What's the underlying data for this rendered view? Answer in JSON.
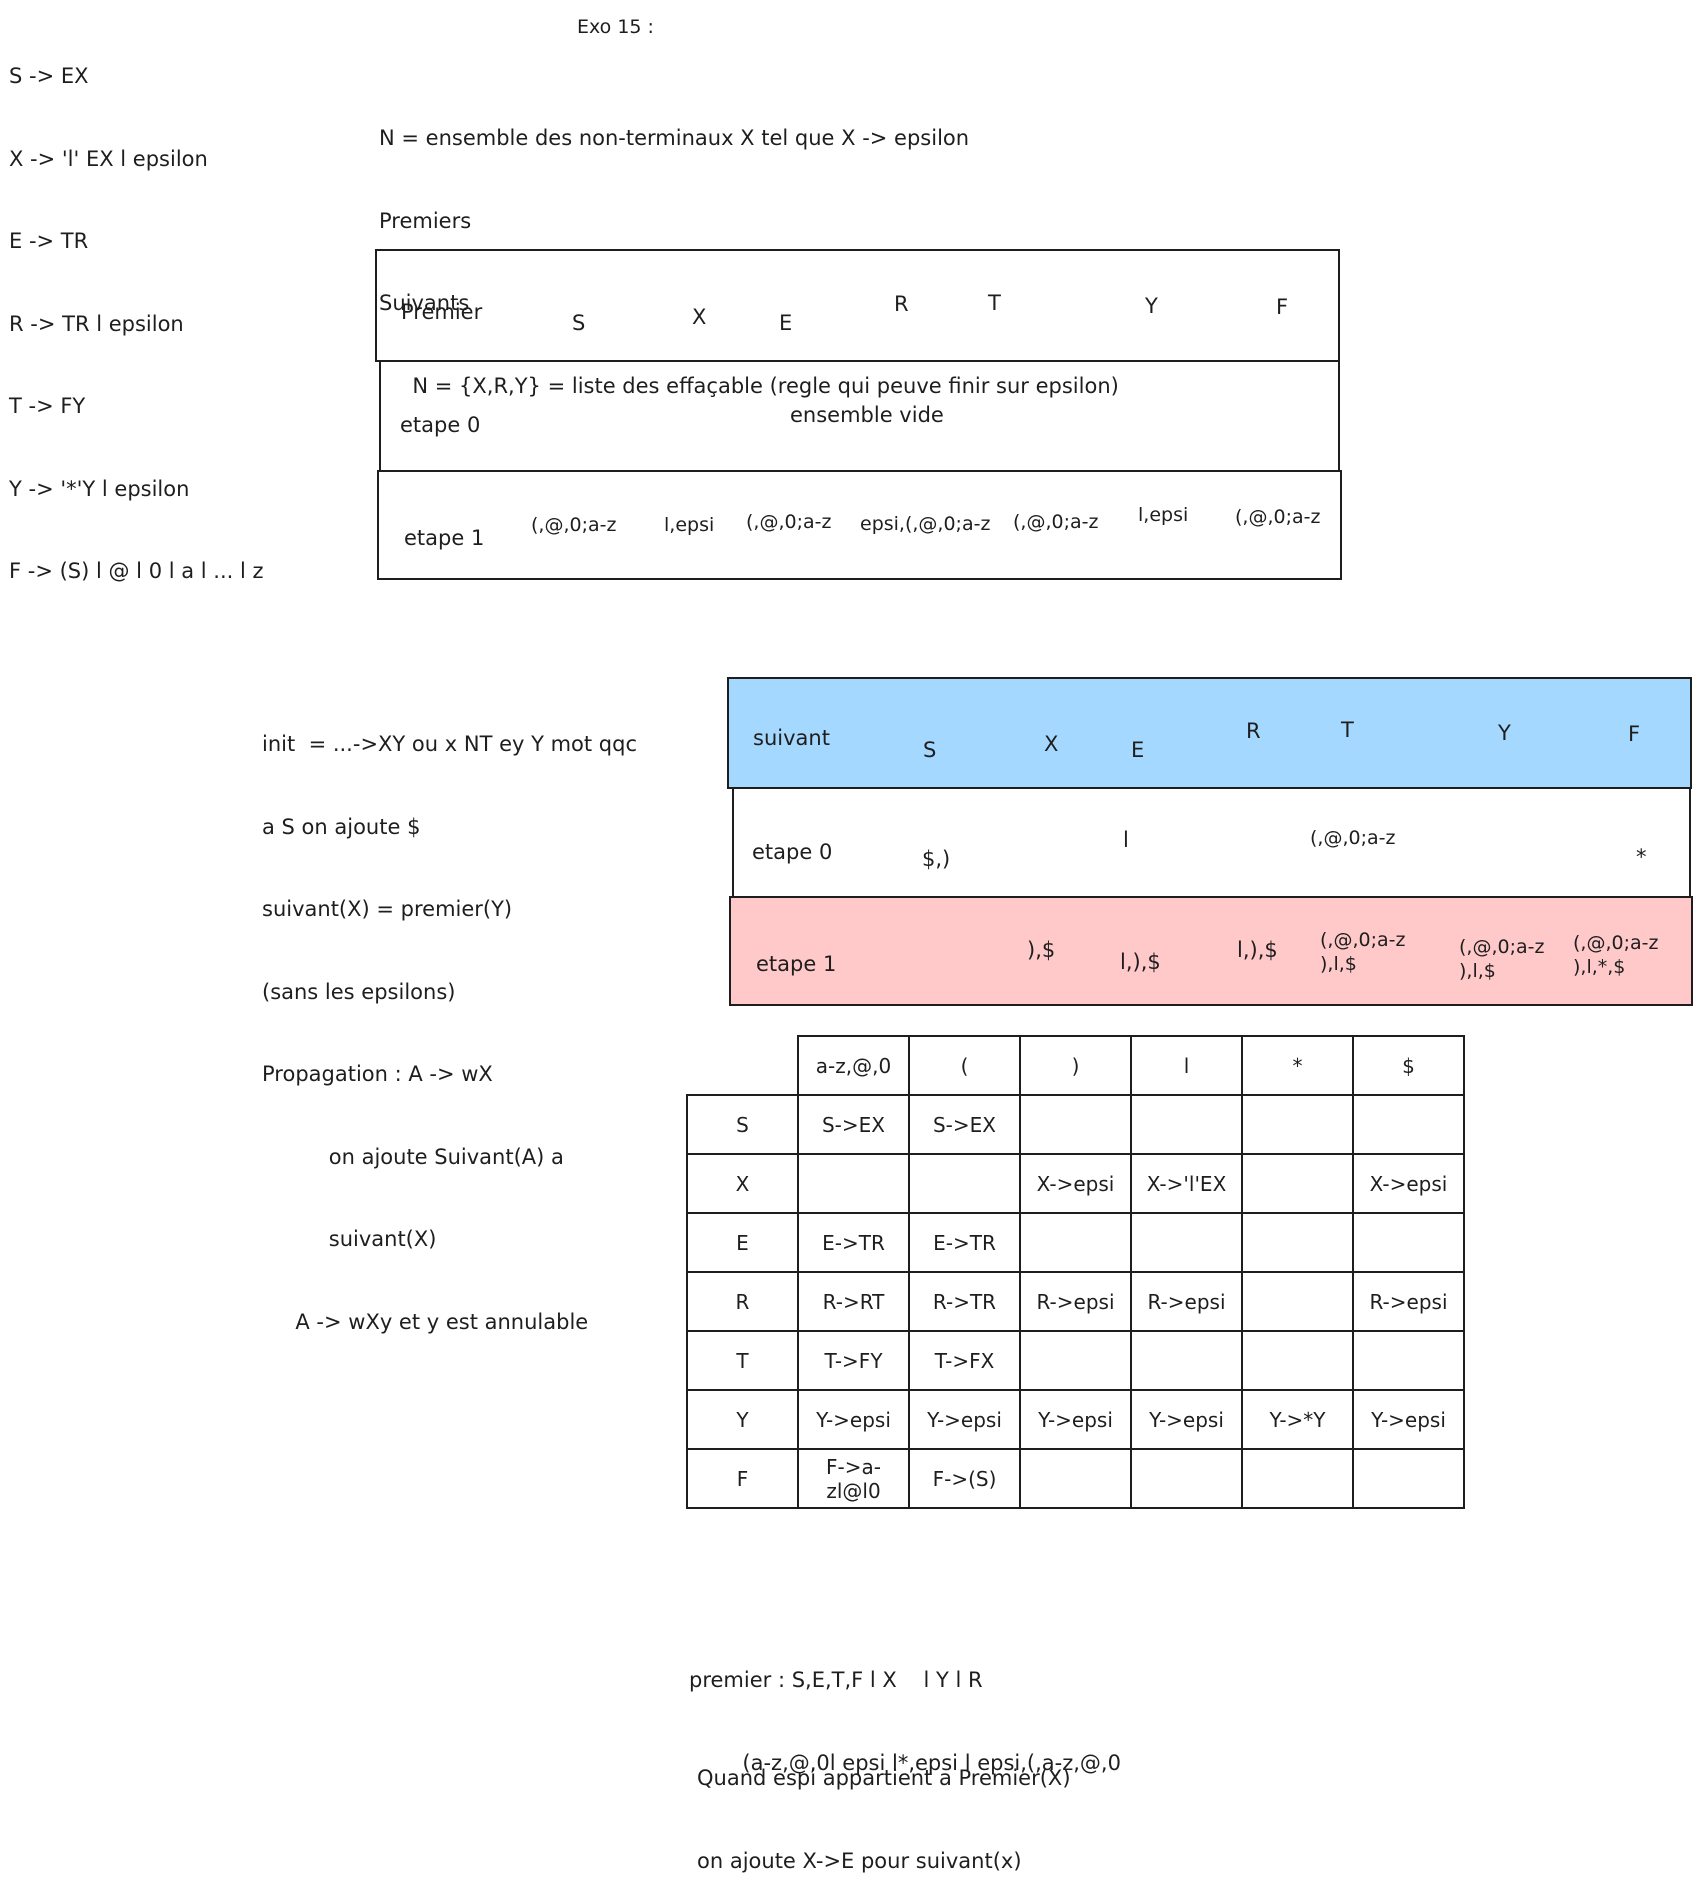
{
  "grammar": [
    "S -> EX",
    "X -> 'l' EX l epsilon",
    "E -> TR",
    "R -> TR l epsilon",
    "T -> FY",
    "Y -> '*'Y l epsilon",
    "F -> (S) l @ l 0 l a l ... l z"
  ],
  "title": "Exo 15 :",
  "intro": [
    "N = ensemble des non-terminaux X tel que X -> epsilon",
    "Premiers",
    "Suivants",
    "     N = {X,R,Y} = liste des effaçable (regle qui peuve finir sur epsilon)"
  ],
  "premier_table": {
    "header_label": "Premier",
    "columns": [
      "S",
      "X",
      "E",
      "R",
      "T",
      "Y",
      "F"
    ],
    "etape0": {
      "label": "etape 0",
      "value": "ensemble vide"
    },
    "etape1": {
      "label": "etape 1",
      "values": [
        "(,@,0;a-z",
        "l,epsi",
        "(,@,0;a-z",
        "epsi,(,@,0;a-z",
        "(,@,0;a-z",
        "l,epsi",
        "(,@,0;a-z"
      ]
    }
  },
  "notes": [
    "init  = ...->XY ou x NT ey Y mot qqc",
    "a S on ajoute $",
    "suivant(X) = premier(Y)",
    "(sans les epsilons)",
    "Propagation : A -> wX",
    "          on ajoute Suivant(A) a",
    "          suivant(X)",
    "     A -> wXy et y est annulable"
  ],
  "suivant_table": {
    "header_label": "suivant",
    "columns": [
      "S",
      "X",
      "E",
      "R",
      "T",
      "Y",
      "F"
    ],
    "etape0": {
      "label": "etape 0",
      "S": "$,)",
      "E": "l",
      "T": "(,@,0;a-z",
      "F": "*"
    },
    "etape1": {
      "label": "etape 1",
      "X": "),$",
      "E": "l,),$",
      "R": "l,),$",
      "T": "(,@,0;a-z\n),l,$",
      "Y": "(,@,0;a-z\n),l,$",
      "F": "(,@,0;a-z\n),l,*,$"
    }
  },
  "ll1_table": {
    "columns": [
      "a-z,@,0",
      "(",
      ")",
      "l",
      "*",
      "$"
    ],
    "rows": [
      {
        "nt": "S",
        "cells": [
          "S->EX",
          "S->EX",
          "",
          "",
          "",
          ""
        ]
      },
      {
        "nt": "X",
        "cells": [
          "",
          "",
          "X->epsi",
          "X->'l'EX",
          "",
          "X->epsi"
        ]
      },
      {
        "nt": "E",
        "cells": [
          "E->TR",
          "E->TR",
          "",
          "",
          "",
          ""
        ]
      },
      {
        "nt": "R",
        "cells": [
          "R->RT",
          "R->TR",
          "R->epsi",
          "R->epsi",
          "",
          "R->epsi"
        ]
      },
      {
        "nt": "T",
        "cells": [
          "T->FY",
          "T->FX",
          "",
          "",
          "",
          ""
        ]
      },
      {
        "nt": "Y",
        "cells": [
          "Y->epsi",
          "Y->epsi",
          "Y->epsi",
          "Y->epsi",
          "Y->*Y",
          "Y->epsi"
        ]
      },
      {
        "nt": "F",
        "cells": [
          "F->a-\nzl@l0",
          "F->(S)",
          "",
          "",
          "",
          ""
        ]
      }
    ]
  },
  "premier_summary": [
    "premier : S,E,T,F l X    l Y l R",
    "        (a-z,@,0l epsi l*,epsi l epsi,(,a-z,@,0"
  ],
  "conclusion": [
    "Quand espi appartient a Premier(X)",
    "on ajoute X->E pour suivant(x)"
  ],
  "colors": {
    "header_blue": "#a5d8ff",
    "row_pink": "#ffc9c9",
    "stroke": "#1e1e1e"
  }
}
